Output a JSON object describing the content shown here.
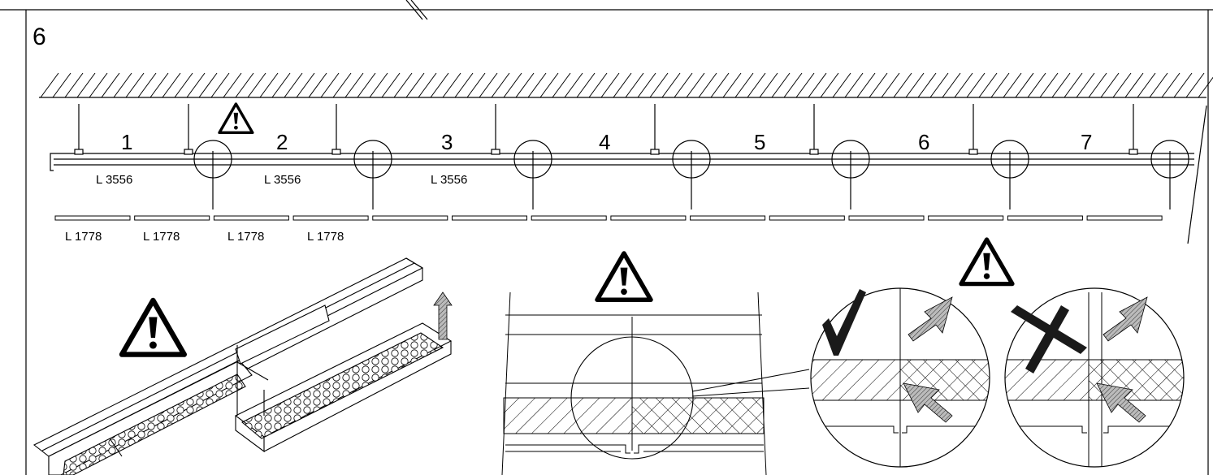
{
  "step_number": "6",
  "segments": [
    {
      "number": "1",
      "length": "L 3556",
      "sub_lengths": [
        "L 1778",
        "L 1778"
      ]
    },
    {
      "number": "2",
      "length": "L 3556",
      "sub_lengths": [
        "L 1778",
        "L 1778"
      ]
    },
    {
      "number": "3",
      "length": "L 3556",
      "sub_lengths": []
    },
    {
      "number": "4",
      "length": "",
      "sub_lengths": []
    },
    {
      "number": "5",
      "length": "",
      "sub_lengths": []
    },
    {
      "number": "6",
      "length": "",
      "sub_lengths": []
    },
    {
      "number": "7",
      "length": "",
      "sub_lengths": []
    }
  ],
  "icons": [
    "warning-icon",
    "up-arrow-icon",
    "check-mark-icon",
    "cross-mark-icon",
    "pointer-arrow-icon"
  ],
  "colors": {
    "line": "#000000",
    "arrow_fill": "#9a9a9a",
    "background": "#ffffff"
  }
}
